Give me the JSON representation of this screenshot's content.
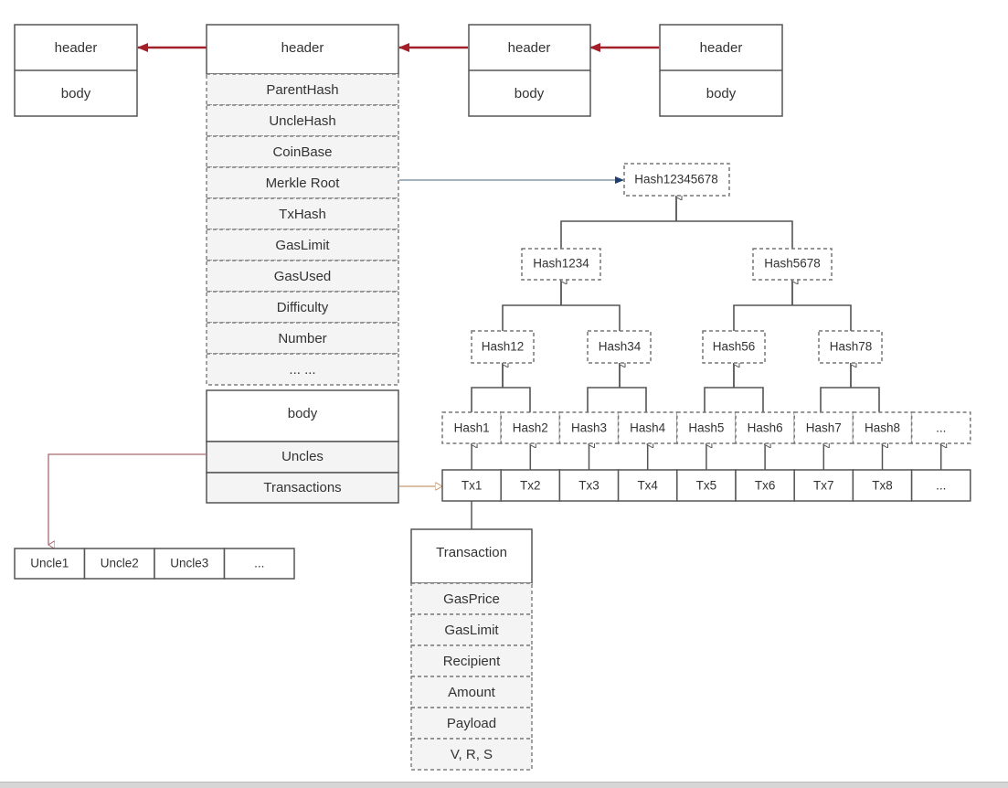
{
  "chain": {
    "blocks": [
      {
        "header": "header",
        "body": "body"
      },
      {
        "header": "header",
        "body": "body"
      },
      {
        "header": "header",
        "body": "body"
      }
    ],
    "main_block": {
      "header_label": "header",
      "header_fields": [
        "ParentHash",
        "UncleHash",
        "CoinBase",
        "Merkle Root",
        "TxHash",
        "GasLimit",
        "GasUsed",
        "Difficulty",
        "Number",
        "... ..."
      ],
      "body_label": "body",
      "body_fields": [
        "Uncles",
        "Transactions"
      ]
    }
  },
  "merkle_tree": {
    "root": "Hash12345678",
    "level1": [
      "Hash1234",
      "Hash5678"
    ],
    "level2": [
      "Hash12",
      "Hash34",
      "Hash56",
      "Hash78"
    ],
    "leaves": [
      "Hash1",
      "Hash2",
      "Hash3",
      "Hash4",
      "Hash5",
      "Hash6",
      "Hash7",
      "Hash8",
      "..."
    ]
  },
  "transactions": [
    "Tx1",
    "Tx2",
    "Tx3",
    "Tx4",
    "Tx5",
    "Tx6",
    "Tx7",
    "Tx8",
    "..."
  ],
  "uncles": [
    "Uncle1",
    "Uncle2",
    "Uncle3",
    "..."
  ],
  "transaction_detail": {
    "title": "Transaction",
    "fields": [
      "GasPrice",
      "GasLimit",
      "Recipient",
      "Amount",
      "Payload",
      "V, R, S"
    ]
  },
  "colors": {
    "chain_arrow": "#a3202a",
    "merkle_link": "#50708c",
    "uncles_link": "#a8696e",
    "transactions_link": "#c89a72"
  }
}
